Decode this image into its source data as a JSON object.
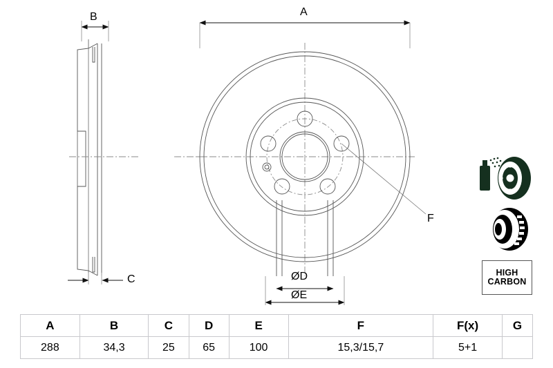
{
  "product": {
    "type": "brake-disc-technical-drawing",
    "badge": {
      "line1": "HIGH",
      "line2": "CARBON"
    },
    "icons": [
      {
        "name": "coated-disc-spray-icon",
        "label": "coated disc spray"
      },
      {
        "name": "vented-disc-icon",
        "label": "vented disc"
      }
    ]
  },
  "labels": {
    "a": "A",
    "b": "B",
    "c": "C",
    "f": "F",
    "d_dia": "ØD",
    "e_dia": "ØE"
  },
  "table": {
    "headers": [
      "A",
      "B",
      "C",
      "D",
      "E",
      "F",
      "F(x)",
      "G"
    ],
    "values": [
      "288",
      "34,3",
      "25",
      "65",
      "100",
      "15,3/15,7",
      "5+1",
      ""
    ]
  },
  "colors": {
    "line": "#555555",
    "centerline": "#8a8a8a",
    "dim": "#111111",
    "table_border": "#c8c8cc",
    "icon_dark": "#15301f"
  }
}
